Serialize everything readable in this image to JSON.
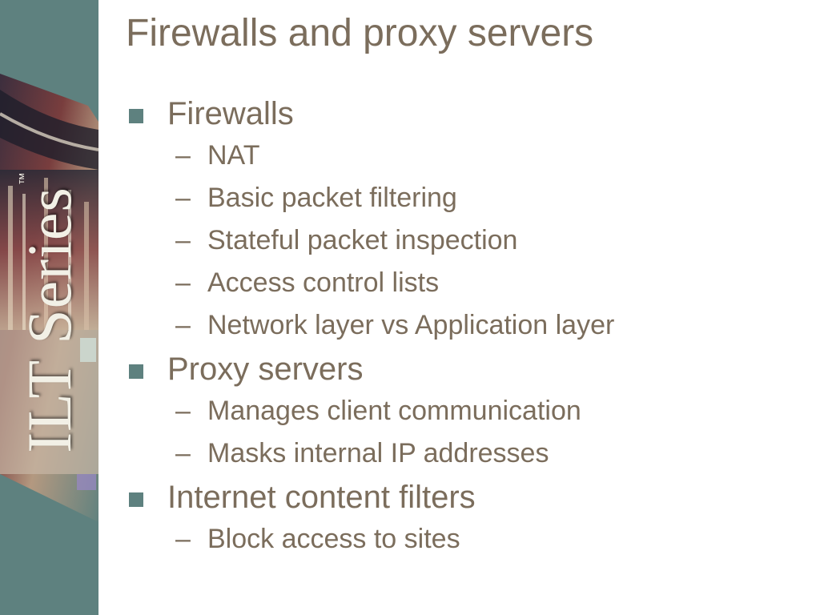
{
  "slide": {
    "title": "Firewalls and proxy servers",
    "brand": {
      "text": "ILT Series",
      "trademark": "™"
    },
    "colors": {
      "title": "#7b6d5c",
      "body": "#7b6d5c",
      "sidebar": "#5e817f",
      "bullet": "#5e817f"
    },
    "sections": [
      {
        "label": "Firewalls",
        "items": [
          "NAT",
          "Basic packet filtering",
          "Stateful packet inspection",
          "Access control lists",
          "Network layer vs Application layer"
        ]
      },
      {
        "label": "Proxy servers",
        "items": [
          "Manages client communication",
          "Masks internal IP addresses"
        ]
      },
      {
        "label": "Internet content filters",
        "items": [
          "Block access to sites"
        ]
      }
    ]
  }
}
